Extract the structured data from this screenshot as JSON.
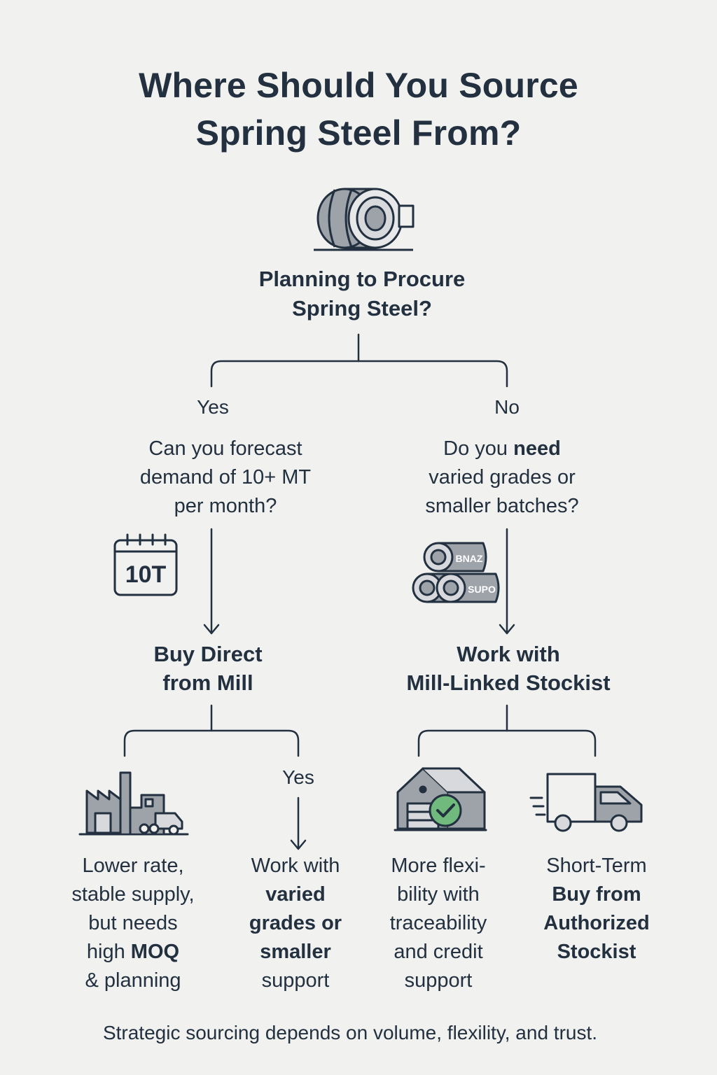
{
  "title": {
    "line1": "Where Should You Source",
    "line2": "Spring Steel From?"
  },
  "root": {
    "line1": "Planning to Procure",
    "line2": "Spring Steel?"
  },
  "branches": {
    "left_label": "Yes",
    "right_label": "No",
    "lower_left_label": "Yes"
  },
  "left_question": {
    "line1": "Can you forecast",
    "line2": "demand of 10+ MT",
    "line3": "per month?"
  },
  "right_question": {
    "line1_pre": "Do you ",
    "line1_bold": "need",
    "line2": "varied grades or",
    "line3": "smaller batches?"
  },
  "calendar_icon_text": "10T",
  "coil_labels": [
    "BNAZ",
    "SUPO"
  ],
  "left_decision": {
    "line1": "Buy Direct",
    "line2": "from Mill"
  },
  "right_decision": {
    "line1": "Work with",
    "line2": "Mill-Linked Stockist"
  },
  "leaves": {
    "mill": {
      "line1": "Lower rate,",
      "line2": "stable supply,",
      "line3": "but needs",
      "line4_pre": "high ",
      "line4_bold": "MOQ",
      "line5": "& planning"
    },
    "varied": {
      "line1": "Work with",
      "line2": "varied",
      "line3": "grades or",
      "line4": "smaller",
      "line5": "support"
    },
    "flex": {
      "line1": "More flexi-",
      "line2": "bility with",
      "line3": "traceability",
      "line4": "and credit",
      "line5": "support"
    },
    "short": {
      "line1": "Short-Term",
      "line2": "Buy from",
      "line3": "Authorized",
      "line4": "Stockist"
    }
  },
  "footer": "Strategic sourcing depends on volume, flexility, and trust.",
  "colors": {
    "ink": "#22303f",
    "icon_fill": "#9ea3aa",
    "icon_light": "#d7d9dc",
    "check_green": "#6fba7c",
    "background": "#f1f1ef"
  }
}
